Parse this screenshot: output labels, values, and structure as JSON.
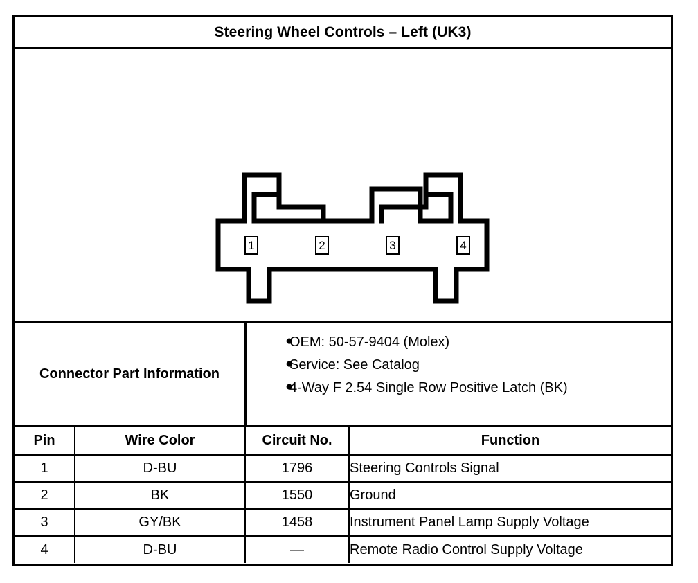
{
  "title": "Steering Wheel Controls – Left (UK3)",
  "diagram": {
    "name": "connector-face-view",
    "pins": [
      {
        "label": "1"
      },
      {
        "label": "2"
      },
      {
        "label": "3"
      },
      {
        "label": "4"
      }
    ]
  },
  "connector_part_information": {
    "label": "Connector Part Information",
    "bullet_glyph": "●",
    "items": [
      "OEM: 50-57-9404 (Molex)",
      "Service: See Catalog",
      "4-Way F 2.54 Single Row Positive Latch (BK)"
    ]
  },
  "pin_table": {
    "headers": [
      "Pin",
      "Wire Color",
      "Circuit No.",
      "Function"
    ],
    "rows": [
      {
        "pin": "1",
        "wire_color": "D-BU",
        "circuit_no": "1796",
        "function": "Steering Controls Signal"
      },
      {
        "pin": "2",
        "wire_color": "BK",
        "circuit_no": "1550",
        "function": "Ground"
      },
      {
        "pin": "3",
        "wire_color": "GY/BK",
        "circuit_no": "1458",
        "function": "Instrument Panel Lamp Supply Voltage"
      },
      {
        "pin": "4",
        "wire_color": "D-BU",
        "circuit_no": "—",
        "function": "Remote Radio Control Supply Voltage"
      }
    ]
  },
  "colors": {
    "line": "#000000",
    "background": "#ffffff"
  }
}
